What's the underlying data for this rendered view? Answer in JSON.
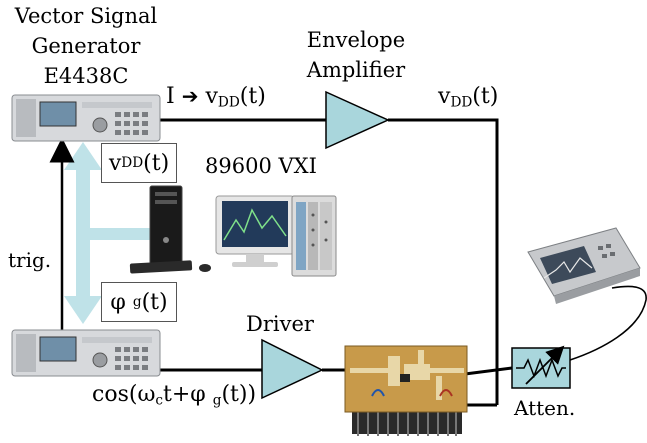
{
  "labels": {
    "vsg_title_line1": "Vector Signal",
    "vsg_title_line2": "Generator",
    "vsg_model": "E4438C",
    "envelope_line1": "Envelope",
    "envelope_line2": "Amplifier",
    "i_arrow_prefix": "I",
    "vdd_symbol": "v",
    "vdd_sub": "DD",
    "vdd_arg": "(t)",
    "analyzer_name": "89600 VXI",
    "trig": "trig.",
    "phase_symbol": "φ",
    "phase_sub": "g",
    "phase_arg": "(t)",
    "driver": "Driver",
    "cos_prefix": "cos(ω",
    "cos_sub": "c",
    "cos_mid": "t+φ",
    "cos_sub2": "g",
    "cos_suffix": "(t))",
    "atten": "Atten."
  },
  "colors": {
    "amplifier_fill": "#a9d6dc",
    "trigger_bus": "#bfe2e8",
    "wire": "#000000",
    "pcb": "#c89a4a",
    "instrument_body": "#d7d9dc"
  },
  "icons": {
    "vsg_top": "signal-generator-icon",
    "vsg_bottom": "signal-generator-icon",
    "pc": "desktop-computer-icon",
    "monitor": "monitor-icon",
    "vxi": "vxi-chassis-icon",
    "spectrum_analyzer": "spectrum-analyzer-icon",
    "pcb": "power-amplifier-board-icon",
    "attenuator": "variable-attenuator-icon"
  }
}
